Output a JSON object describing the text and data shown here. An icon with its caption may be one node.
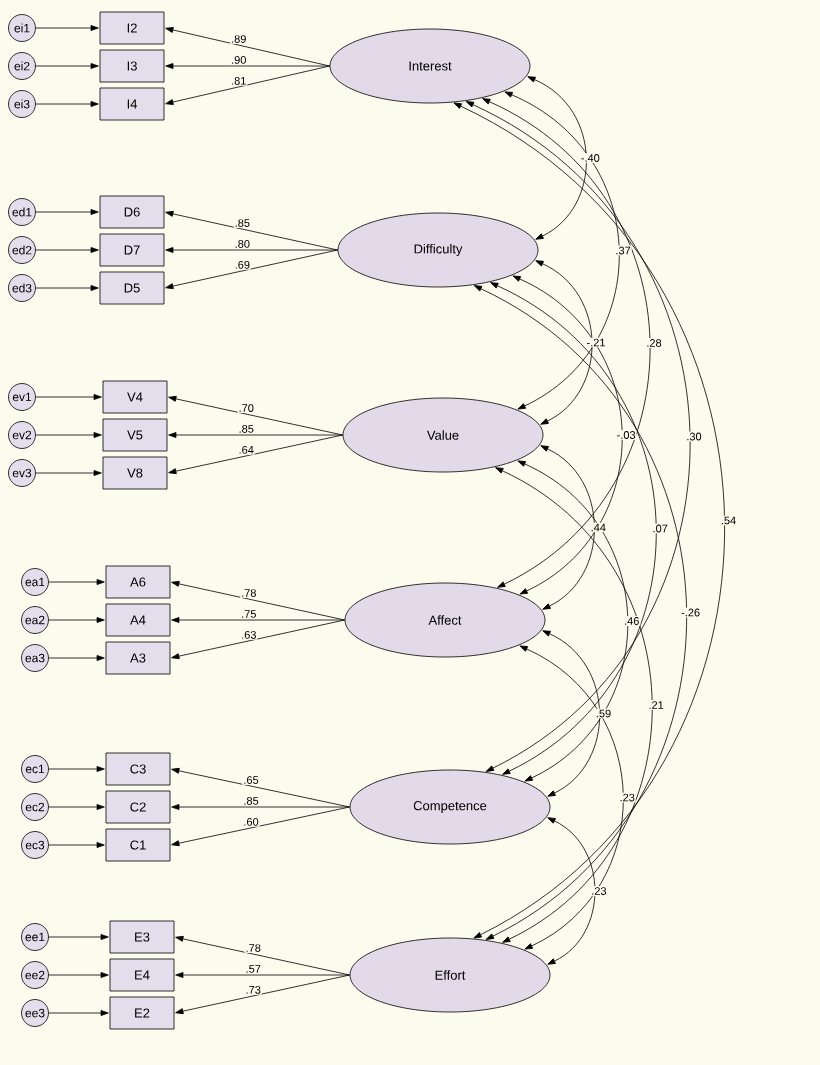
{
  "diagram": {
    "nodes": [
      {
        "text": [
          "ei1"
        ]
      },
      {
        "text": [
          "I2"
        ]
      },
      {
        "text": [
          "ei2"
        ]
      },
      {
        "text": [
          "I3"
        ]
      },
      {
        "text": [
          "ei3"
        ]
      },
      {
        "text": [
          "I4"
        ]
      },
      {
        "text": [
          "Interest"
        ]
      },
      {
        "text": [
          "ed1"
        ]
      },
      {
        "text": [
          "D6"
        ]
      },
      {
        "text": [
          "ed2"
        ]
      },
      {
        "text": [
          "D7"
        ]
      },
      {
        "text": [
          "ed3"
        ]
      },
      {
        "text": [
          "D5"
        ]
      },
      {
        "text": [
          "Difficulty"
        ]
      },
      {
        "text": [
          "ev1"
        ]
      },
      {
        "text": [
          "V4"
        ]
      },
      {
        "text": [
          "ev2"
        ]
      },
      {
        "text": [
          "V5"
        ]
      },
      {
        "text": [
          "ev3"
        ]
      },
      {
        "text": [
          "V8"
        ]
      },
      {
        "text": [
          "Value"
        ]
      },
      {
        "text": [
          "ea1"
        ]
      },
      {
        "text": [
          "A6"
        ]
      },
      {
        "text": [
          "ea2"
        ]
      },
      {
        "text": [
          "A4"
        ]
      },
      {
        "text": [
          "ea3"
        ]
      },
      {
        "text": [
          "A3"
        ]
      },
      {
        "text": [
          "Affect"
        ]
      },
      {
        "text": [
          "ec1"
        ]
      },
      {
        "text": [
          "C3"
        ]
      },
      {
        "text": [
          "ec2"
        ]
      },
      {
        "text": [
          "C2"
        ]
      },
      {
        "text": [
          "ec3"
        ]
      },
      {
        "text": [
          "C1"
        ]
      },
      {
        "text": [
          "Competence"
        ]
      },
      {
        "text": [
          "ee1"
        ]
      },
      {
        "text": [
          "E3"
        ]
      },
      {
        "text": [
          "ee2"
        ]
      },
      {
        "text": [
          "E4"
        ]
      },
      {
        "text": [
          "ee3"
        ]
      },
      {
        "text": [
          "E2"
        ]
      },
      {
        "text": [
          "Effort"
        ]
      }
    ],
    "edges": [
      {
        "from": 0,
        "to": 1,
        "arrow": "to"
      },
      {
        "from": 2,
        "to": 3,
        "arrow": "to"
      },
      {
        "from": 4,
        "to": 5,
        "arrow": "to"
      },
      {
        "from": 6,
        "to": 1,
        "arrow": "to",
        "label": ".89"
      },
      {
        "from": 6,
        "to": 3,
        "arrow": "to",
        "label": ".90"
      },
      {
        "from": 6,
        "to": 5,
        "arrow": "to",
        "label": ".81"
      },
      {
        "from": 7,
        "to": 8,
        "arrow": "to"
      },
      {
        "from": 9,
        "to": 10,
        "arrow": "to"
      },
      {
        "from": 11,
        "to": 12,
        "arrow": "to"
      },
      {
        "from": 13,
        "to": 8,
        "arrow": "to",
        "label": ".85"
      },
      {
        "from": 13,
        "to": 10,
        "arrow": "to",
        "label": ".80"
      },
      {
        "from": 13,
        "to": 12,
        "arrow": "to",
        "label": ".69"
      },
      {
        "from": 14,
        "to": 15,
        "arrow": "to"
      },
      {
        "from": 16,
        "to": 17,
        "arrow": "to"
      },
      {
        "from": 18,
        "to": 19,
        "arrow": "to"
      },
      {
        "from": 20,
        "to": 15,
        "arrow": "to",
        "label": ".70"
      },
      {
        "from": 20,
        "to": 17,
        "arrow": "to",
        "label": ".85"
      },
      {
        "from": 20,
        "to": 19,
        "arrow": "to",
        "label": ".64"
      },
      {
        "from": 21,
        "to": 22,
        "arrow": "to"
      },
      {
        "from": 23,
        "to": 24,
        "arrow": "to"
      },
      {
        "from": 25,
        "to": 26,
        "arrow": "to"
      },
      {
        "from": 27,
        "to": 22,
        "arrow": "to",
        "label": ".78"
      },
      {
        "from": 27,
        "to": 24,
        "arrow": "to",
        "label": ".75"
      },
      {
        "from": 27,
        "to": 26,
        "arrow": "to",
        "label": ".63"
      },
      {
        "from": 28,
        "to": 29,
        "arrow": "to"
      },
      {
        "from": 30,
        "to": 31,
        "arrow": "to"
      },
      {
        "from": 32,
        "to": 33,
        "arrow": "to"
      },
      {
        "from": 34,
        "to": 29,
        "arrow": "to",
        "label": ".65"
      },
      {
        "from": 34,
        "to": 31,
        "arrow": "to",
        "label": ".85"
      },
      {
        "from": 34,
        "to": 33,
        "arrow": "to",
        "label": ".60"
      },
      {
        "from": 35,
        "to": 36,
        "arrow": "to"
      },
      {
        "from": 37,
        "to": 38,
        "arrow": "to"
      },
      {
        "from": 39,
        "to": 40,
        "arrow": "to"
      },
      {
        "from": 41,
        "to": 36,
        "arrow": "to",
        "label": ".78"
      },
      {
        "from": 41,
        "to": 38,
        "arrow": "to",
        "label": ".57"
      },
      {
        "from": 41,
        "to": 40,
        "arrow": "to",
        "label": ".73"
      },
      {
        "from": 6,
        "to": 13,
        "arrow": "both",
        "label": "-.40"
      },
      {
        "from": 6,
        "to": 20,
        "arrow": "both",
        "label": ".37"
      },
      {
        "from": 6,
        "to": 27,
        "arrow": "both",
        "label": ".28"
      },
      {
        "from": 6,
        "to": 34,
        "arrow": "both",
        "label": ".30"
      },
      {
        "from": 6,
        "to": 41,
        "arrow": "both",
        "label": ".54"
      },
      {
        "from": 13,
        "to": 20,
        "arrow": "both",
        "label": "-.21"
      },
      {
        "from": 13,
        "to": 27,
        "arrow": "both",
        "label": "-.03"
      },
      {
        "from": 13,
        "to": 34,
        "arrow": "both",
        "label": ".07"
      },
      {
        "from": 13,
        "to": 41,
        "arrow": "both",
        "label": "-.26"
      },
      {
        "from": 20,
        "to": 27,
        "arrow": "both",
        "label": ".44"
      },
      {
        "from": 20,
        "to": 34,
        "arrow": "both",
        "label": ".46"
      },
      {
        "from": 20,
        "to": 41,
        "arrow": "both",
        "label": ".21"
      },
      {
        "from": 27,
        "to": 34,
        "arrow": "both",
        "label": ".59"
      },
      {
        "from": 27,
        "to": 41,
        "arrow": "both",
        "label": ".23"
      },
      {
        "from": 34,
        "to": 41,
        "arrow": "both",
        "label": ".23"
      }
    ]
  }
}
